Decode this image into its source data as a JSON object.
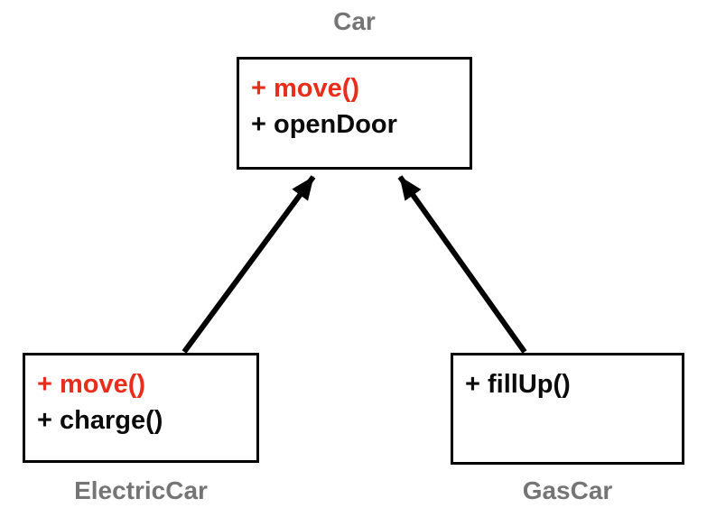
{
  "diagram": {
    "type": "uml-class-inheritance",
    "colors": {
      "label_gray": "#757575",
      "method_red": "#e92d1b",
      "method_black": "#0b0b0b",
      "line_black": "#000000",
      "background": "#ffffff"
    },
    "classes": [
      {
        "id": "car",
        "name": "Car",
        "members": [
          {
            "text": "+ move()",
            "color": "red"
          },
          {
            "text": "+ openDoor",
            "color": "black"
          }
        ]
      },
      {
        "id": "electric-car",
        "name": "ElectricCar",
        "members": [
          {
            "text": "+ move()",
            "color": "red"
          },
          {
            "text": "+ charge()",
            "color": "black"
          }
        ]
      },
      {
        "id": "gas-car",
        "name": "GasCar",
        "members": [
          {
            "text": "+ fillUp()",
            "color": "black"
          }
        ]
      }
    ],
    "relations": [
      {
        "from": "ElectricCar",
        "to": "Car",
        "type": "inheritance-arrow"
      },
      {
        "from": "GasCar",
        "to": "Car",
        "type": "inheritance-arrow"
      }
    ]
  }
}
